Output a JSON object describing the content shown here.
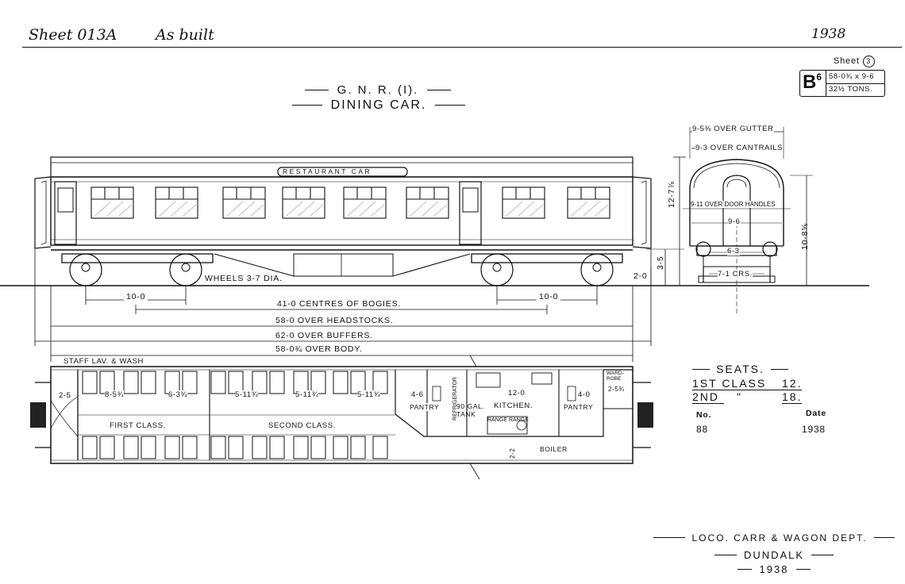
{
  "header": {
    "sheet_ref": "Sheet 013A",
    "status": "As built",
    "year": "1938"
  },
  "sheet_box": {
    "sheet_label": "Sheet",
    "sheet_number": "3",
    "code": "B",
    "code_sup": "6",
    "dimensions": "58-0¾ x 9-6",
    "weight": "32½ TONS."
  },
  "title": {
    "line1": "G. N. R. (I).",
    "line2": "DINING CAR."
  },
  "side_elevation": {
    "car_board": "RESTAURANT CAR",
    "wheels": "WHEELS 3-7 DIA.",
    "height_total": "12-7⅞",
    "height_floor": "3-5",
    "height_axle": "2-0"
  },
  "dimensions": {
    "bogie_wheelbase_left": "10-0",
    "bogie_wheelbase_right": "10-0",
    "centres_of_bogies": "41-0 CENTRES OF BOGIES.",
    "over_headstocks": "58-0 OVER HEADSTOCKS.",
    "over_buffers": "62-0 OVER BUFFERS.",
    "over_body": "58-0¾ OVER BODY."
  },
  "end_elevation": {
    "over_gutter": "9-5⅜ OVER GUTTER",
    "over_cantrails": "9-3 OVER CANTRAILS",
    "over_door_handles": "9-11 OVER DOOR HANDLES",
    "body_width": "9-6",
    "bogie_width": "6-3",
    "crs": "7-1 CRS.",
    "height": "10-8⅝"
  },
  "plan": {
    "staff_label": "STAFF LAV. & WASH",
    "first_class": "FIRST CLASS.",
    "second_class": "SECOND CLASS.",
    "pantry1": "PANTRY",
    "pantry2": "PANTRY",
    "kitchen": "KITCHEN.",
    "tank": "90 GAL. TANK",
    "range1": "RANGE",
    "range2": "RANGE",
    "boiler": "BOILER",
    "ward_robe": "WARD- ROBE",
    "refrigerator": "REFRIGERATOR",
    "dim_lav": "2-5",
    "dim_bay1": "8-5¾",
    "dim_bay2": "6-3¾",
    "dim_bay3": "5-11¾",
    "dim_bay4": "5-11¾",
    "dim_bay5": "5-11¾",
    "dim_pantry1": "4-6",
    "dim_kitchen": "12-0",
    "dim_pantry2": "4-0",
    "dim_wardrobe": "2-5¾",
    "dim_boiler": "2-2"
  },
  "seats": {
    "heading": "SEATS.",
    "first_label": "1ST CLASS",
    "first_value": "12.",
    "second_label": "2ND",
    "second_ditto": "\"",
    "second_value": "18.",
    "no_label": "No.",
    "date_label": "Date",
    "no_value": "88",
    "date_value": "1938"
  },
  "footer": {
    "dept": "LOCO. CARR & WAGON DEPT.",
    "place": "DUNDALK",
    "year": "1938"
  }
}
